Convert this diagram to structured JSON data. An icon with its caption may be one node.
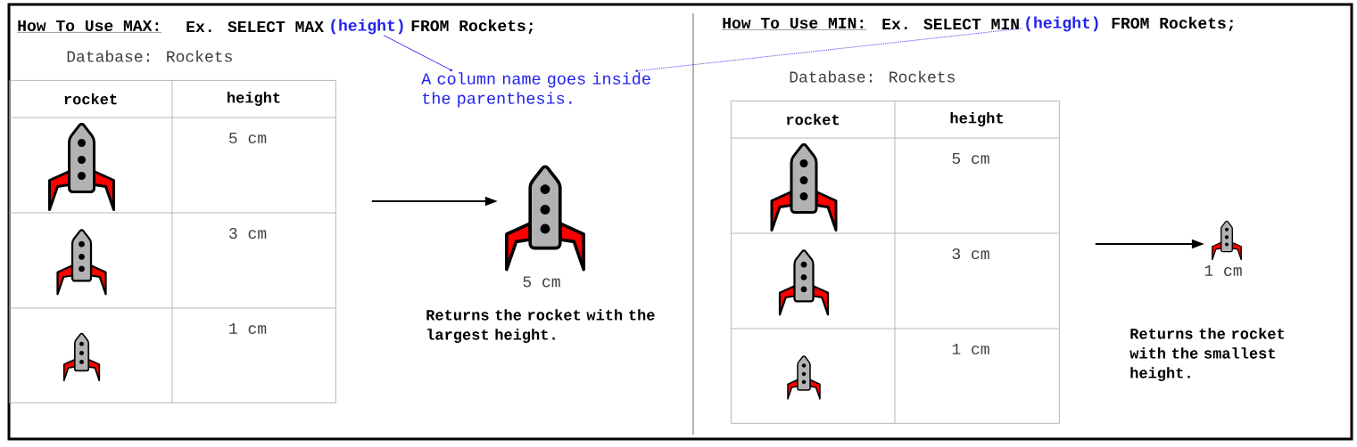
{
  "diagram": {
    "nodes": [
      {
        "text": [
          "(height)"
        ]
      },
      {
        "text": [
          "A column name goes inside the parenthesis."
        ]
      },
      {
        "text": [
          "(height)"
        ]
      },
      {
        "text": [
          "rocket",
          "height",
          "5 cm",
          "3 cm",
          "1 cm"
        ]
      },
      {
        "text": [],
        "shape": "picture",
        "beside": [
          "5 cm"
        ]
      },
      {
        "text": [
          "rocket",
          "height",
          "5 cm",
          "3 cm",
          "1 cm"
        ]
      },
      {
        "text": [],
        "shape": "picture",
        "beside": [
          "1 cm"
        ]
      }
    ],
    "edges": [
      {
        "from": 0,
        "to": 1,
        "arrow": "to",
        "color": "#2222ee"
      },
      {
        "from": 2,
        "to": 1,
        "arrow": "to",
        "style": "dashed",
        "color": "#2222ee"
      },
      {
        "from": 3,
        "to": 4,
        "arrow": "to",
        "color": "#000000"
      },
      {
        "from": 5,
        "to": 6,
        "arrow": "to",
        "color": "#000000"
      }
    ],
    "labels": [
      "How To Use MAX:",
      "Ex. SELECT MAX",
      "FROM Rockets;",
      "Database: Rockets",
      "Returns the rocket with the largest height.",
      "How To Use MIN:",
      "Ex. SELECT MIN",
      "FROM Rockets;",
      "Database: Rockets",
      "Returns the rocket with the smallest height."
    ]
  }
}
